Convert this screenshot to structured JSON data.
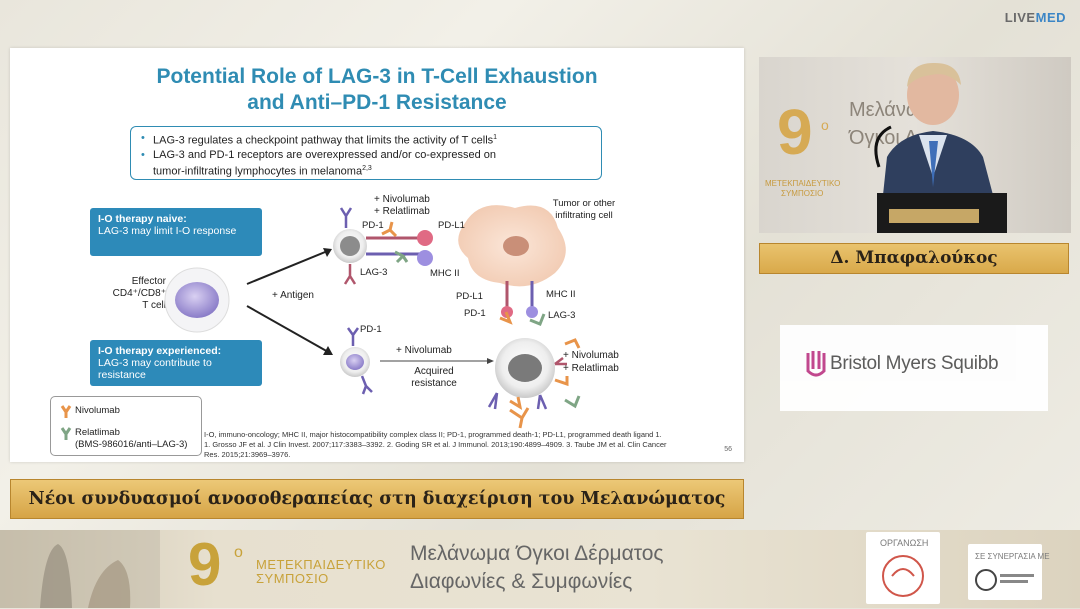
{
  "brand": {
    "prefix": "LIVE",
    "suffix": "MED"
  },
  "slide": {
    "title_line1": "Potential Role of LAG-3 in T-Cell Exhaustion",
    "title_line2": "and Anti–PD-1 Resistance",
    "bullet1": "LAG-3 regulates a checkpoint pathway that limits the activity of T cells",
    "bullet1_sup": "1",
    "bullet2a": "LAG-3 and PD-1 receptors are overexpressed and/or co-expressed on",
    "bullet2b": "tumor-infiltrating lymphocytes in melanoma",
    "bullet2_sup": "2,3",
    "naive_title": "I-O therapy naive:",
    "naive_text": "LAG-3 may limit I-O response",
    "exp_title": "I-O therapy experienced:",
    "exp_text1": "LAG-3 may contribute to",
    "exp_text2": "resistance",
    "effector1": "Effector",
    "effector2": "CD4⁺/CD8⁺",
    "effector3": "T cell",
    "antigen": "+ Antigen",
    "plus_nivo": "+ Nivolumab",
    "plus_rela": "+ Relatlimab",
    "pd1": "PD-1",
    "lag3": "LAG-3",
    "pdl1": "PD-L1",
    "mhc2": "MHC II",
    "tumor1": "Tumor or other",
    "tumor2": "infiltrating cell",
    "nivo_only": "+ Nivolumab",
    "acquired1": "Acquired",
    "acquired2": "resistance",
    "legend_nivo": "Nivolumab",
    "legend_rela": "Relatlimab",
    "legend_rela_code": "(BMS-986016/anti–LAG-3)",
    "footnote1": "I-O, immuno-oncology; MHC II, major histocompatibility complex class II; PD-1, programmed death-1; PD-L1, programmed death ligand 1.",
    "footnote2": "1. Grosso JF et al. J Clin Invest. 2007;117:3383–3392. 2. Goding SR et al. J Immunol. 2013;190:4899–4909. 3. Taube JM et al. Clin Cancer",
    "footnote3": "Res. 2015;21:3969–3976.",
    "page": "56"
  },
  "speaker": {
    "name": "Δ. Μπαφαλούκος"
  },
  "video_bg_text": {
    "nine": "9",
    "deg": "ο",
    "line1": "Μελάνωμα",
    "line2": "Όγκοι Δ",
    "line3": "ΜΕΤΕΚΠΑΙΔΕΥΤΙΚΟ",
    "line4": "ΣΥΜΠΟΣΙΟ"
  },
  "sponsor": {
    "name": "Bristol Myers Squibb"
  },
  "session_title": "Νέοι συνδυασμοί ανοσοθεραπείας στη διαχείριση του Μελανώματος",
  "footer": {
    "nine": "9",
    "deg": "ο",
    "sub1": "ΜΕΤΕΚΠΑΙΔΕΥΤΙΚΟ",
    "sub2": "ΣΥΜΠΟΣΙΟ",
    "main1": "Μελάνωμα Όγκοι Δέρματος",
    "main2": "Διαφωνίες & Συμφωνίες",
    "org": "ΟΡΓΑΝΩΣΗ",
    "syn": "ΣΕ ΣΥΝΕΡΓΑΣΙΑ ΜΕ"
  },
  "colors": {
    "accent": "#2f8cb3",
    "gold": "#d9a94a",
    "nivo": "#e8944a",
    "rela": "#7fa585"
  }
}
